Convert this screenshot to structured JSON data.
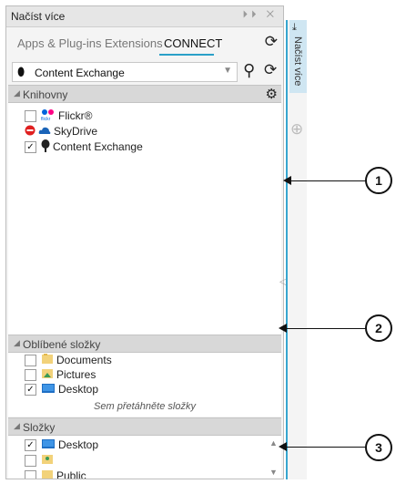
{
  "window": {
    "title": "Načíst více",
    "controls": "⏵⏵ ✕"
  },
  "tabs": [
    {
      "label": "Apps & Plug-ins"
    },
    {
      "label": "Extensions"
    },
    {
      "label": "CONNECT",
      "active": true
    }
  ],
  "source": {
    "selected": "Content Exchange"
  },
  "libraries": {
    "title": "Knihovny",
    "items": [
      {
        "label": "Flickr®",
        "checked": false,
        "icon": "flickr-icon",
        "icon_text": "flickr"
      },
      {
        "label": "SkyDrive",
        "checked": false,
        "icon": "skydrive-icon",
        "status": "disabled"
      },
      {
        "label": "Content Exchange",
        "checked": true,
        "icon": "content-exchange-icon"
      }
    ]
  },
  "favorites": {
    "title": "Oblíbené složky",
    "items": [
      {
        "label": "Documents",
        "checked": false,
        "icon": "documents-folder-icon"
      },
      {
        "label": "Pictures",
        "checked": false,
        "icon": "pictures-folder-icon"
      },
      {
        "label": "Desktop",
        "checked": true,
        "icon": "desktop-folder-icon"
      }
    ],
    "drop_hint": "Sem přetáhněte složky"
  },
  "folders": {
    "title": "Složky",
    "items": [
      {
        "label": "Desktop",
        "checked": true,
        "icon": "desktop-folder-icon"
      },
      {
        "label": "",
        "checked": false,
        "icon": "user-folder-icon"
      },
      {
        "label": "Public",
        "checked": false,
        "icon": "public-folder-icon"
      }
    ]
  },
  "side_tab": {
    "label": "Načíst více"
  },
  "callouts": [
    "1",
    "2",
    "3"
  ],
  "colors": {
    "accent": "#2aa0c8",
    "header": "#d8d8d8",
    "sidetab": "#cfe6f2"
  }
}
